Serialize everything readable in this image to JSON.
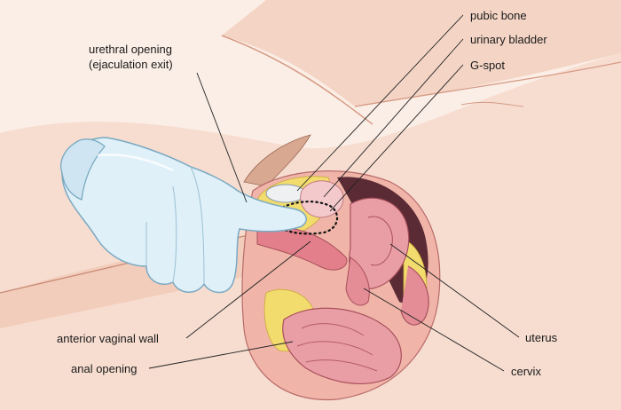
{
  "labels": {
    "pubic_bone": "pubic bone",
    "urinary_bladder": "urinary bladder",
    "g_spot": "G-spot",
    "urethral_opening": "urethral opening",
    "ejaculation_exit": "(ejaculation exit)",
    "anterior_vaginal_wall": "anterior vaginal wall",
    "anal_opening": "anal opening",
    "uterus": "uterus",
    "cervix": "cervix"
  },
  "colors": {
    "skin": "#f7ddd0",
    "skin_shadow": "#eec5b2",
    "glove": "#dff0f8",
    "glove_outline": "#7aa9c2",
    "tissue_pink": "#e99ea6",
    "tissue_dark": "#c8656f",
    "fat_yellow": "#f2dc6e",
    "bone": "#eef0f2",
    "cavity": "#5a2a35",
    "gspot_dots": "#111111"
  }
}
